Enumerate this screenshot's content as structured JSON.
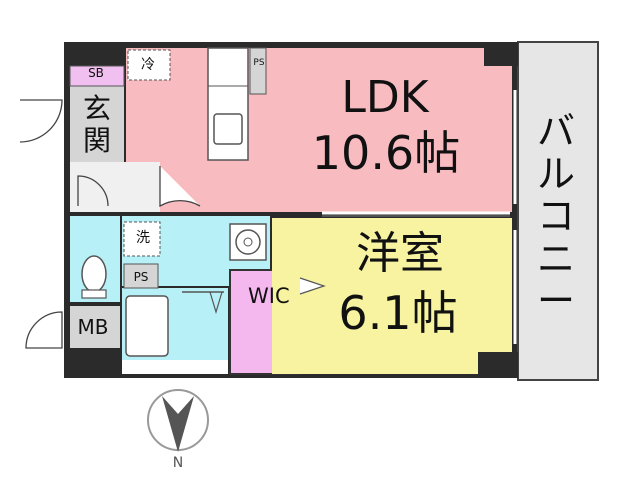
{
  "rooms": {
    "ldk": {
      "name": "LDK",
      "size": "10.6帖",
      "color": "#f8bcc0"
    },
    "western": {
      "name": "洋室",
      "size": "6.1帖",
      "color": "#f7f3a0"
    },
    "balcony": {
      "name": "バルコニー",
      "color": "#e6e6e6"
    },
    "entrance": {
      "name": "玄関",
      "color": "#d5d5d5"
    },
    "wic": {
      "name": "WIC",
      "color": "#f4b8ee"
    }
  },
  "labels": {
    "shoe_box": "SB",
    "meter_box": "MB",
    "pipe_space_top": "PS",
    "pipe_space_bath": "PS",
    "fridge": "冷",
    "washer": "洗"
  },
  "compass": {
    "direction": "N"
  },
  "colors": {
    "wall": "#2b2b2b",
    "wet_area": "#b8f0f8",
    "sb_box": "#f2c0f0"
  }
}
